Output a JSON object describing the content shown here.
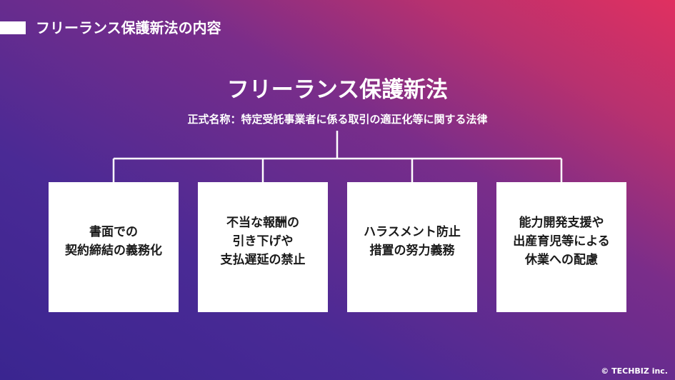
{
  "header": {
    "title": "フリーランス保護新法の内容"
  },
  "main": {
    "title": "フリーランス保護新法",
    "official_name": "正式名称：特定受託事業者に係る取引の適正化等に関する法律"
  },
  "items": [
    {
      "label": "書面での\n契約締結の義務化"
    },
    {
      "label": "不当な報酬の\n引き下げや\n支払遅延の禁止"
    },
    {
      "label": "ハラスメント防止\n措置の努力義務"
    },
    {
      "label": "能力開発支援や\n出産育児等による\n休業への配慮"
    }
  ],
  "footer": {
    "copyright": "© TECHBIZ inc."
  },
  "colors": {
    "gradient_start": "#3a2590",
    "gradient_mid": "#7a2d8a",
    "gradient_end": "#e03060",
    "box_background": "#ffffff",
    "line": "#ffffff"
  }
}
